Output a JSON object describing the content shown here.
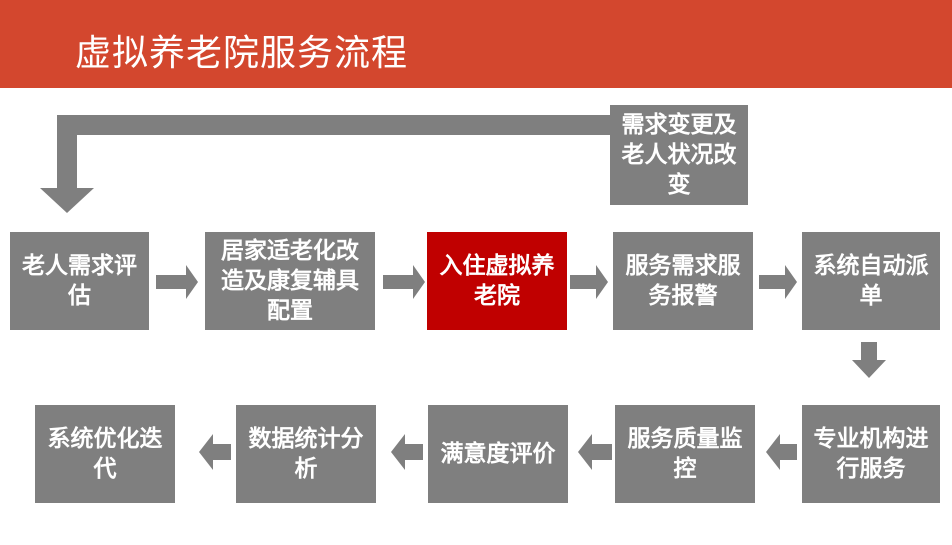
{
  "header": {
    "title": "虚拟养老院服务流程"
  },
  "loop_label": "需求变更及老人状况改变",
  "steps": {
    "s1": "老人需求评估",
    "s2": "居家适老化改造及康复辅具配置",
    "s3": "入住虚拟养老院",
    "s4": "服务需求服务报警",
    "s5": "系统自动派单",
    "s6": "专业机构进行服务",
    "s7": "服务质量监控",
    "s8": "满意度评价",
    "s9": "数据统计分析",
    "s10": "系统优化迭代"
  },
  "colors": {
    "header_bg": "#d3472e",
    "box_bg": "#7f7f7f",
    "highlight_bg": "#c00000",
    "text": "#ffffff"
  }
}
